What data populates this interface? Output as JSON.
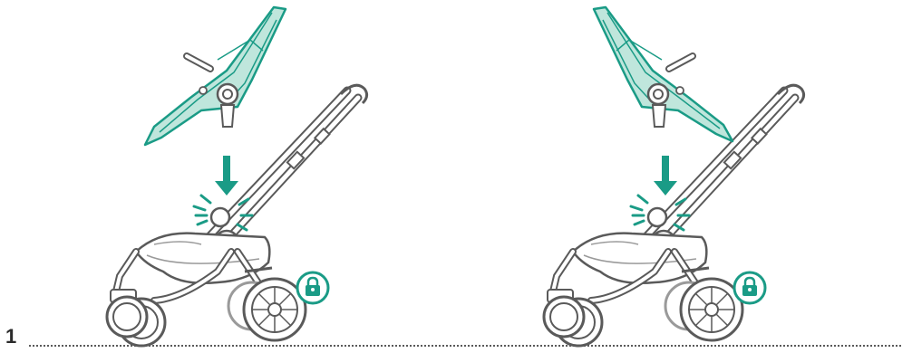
{
  "step": {
    "number": "1"
  },
  "colors": {
    "accent": "#1a9b86",
    "seatFill": "#bfe6dc",
    "line": "#5a5a5a",
    "lineLight": "#9a9a9a"
  },
  "panels": [
    {
      "seat_orientation": "facing-forward",
      "lock_icon": "padlock-icon"
    },
    {
      "seat_orientation": "facing-parent",
      "lock_icon": "padlock-icon"
    }
  ]
}
